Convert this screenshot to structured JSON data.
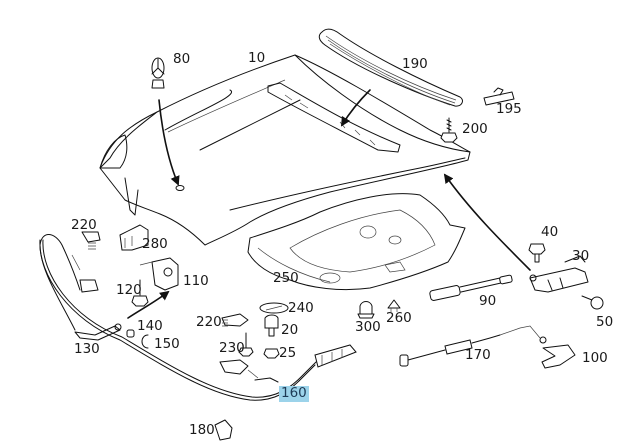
{
  "diagram": {
    "title": "Hood / bonnet assembly exploded parts diagram",
    "highlighted_part": "160",
    "highlight_color": "#9cd3ea",
    "line_color": "#111111",
    "background": "#ffffff"
  },
  "labels": [
    {
      "id": "p80",
      "text": "80",
      "part": "hood star emblem"
    },
    {
      "id": "p10",
      "text": "10",
      "part": "hood panel"
    },
    {
      "id": "p190",
      "text": "190",
      "part": "hood vent grille"
    },
    {
      "id": "p195",
      "text": "195",
      "part": "clip"
    },
    {
      "id": "p200",
      "text": "200",
      "part": "screw"
    },
    {
      "id": "p220a",
      "text": "220",
      "part": "buffer"
    },
    {
      "id": "p280",
      "text": "280",
      "part": "bracket"
    },
    {
      "id": "p110",
      "text": "110",
      "part": "hood lock"
    },
    {
      "id": "p120",
      "text": "120",
      "part": "bolt"
    },
    {
      "id": "p250",
      "text": "250",
      "part": "hood insulation panel"
    },
    {
      "id": "p40",
      "text": "40",
      "part": "bolt"
    },
    {
      "id": "p30",
      "text": "30",
      "part": "hood hinge"
    },
    {
      "id": "p90",
      "text": "90",
      "part": "gas strut"
    },
    {
      "id": "p50",
      "text": "50",
      "part": "bolt"
    },
    {
      "id": "p240",
      "text": "240",
      "part": "seal"
    },
    {
      "id": "p220b",
      "text": "220",
      "part": "buffer"
    },
    {
      "id": "p20",
      "text": "20",
      "part": "stop buffer"
    },
    {
      "id": "p300",
      "text": "300",
      "part": "cap"
    },
    {
      "id": "p260",
      "text": "260",
      "part": "clip"
    },
    {
      "id": "p140",
      "text": "140",
      "part": "bushing"
    },
    {
      "id": "p150",
      "text": "150",
      "part": "retaining clip"
    },
    {
      "id": "p130",
      "text": "130",
      "part": "release lever"
    },
    {
      "id": "p230",
      "text": "230",
      "part": "bolt"
    },
    {
      "id": "p25",
      "text": "25",
      "part": "nut"
    },
    {
      "id": "p170",
      "text": "170",
      "part": "release cable"
    },
    {
      "id": "p100",
      "text": "100",
      "part": "release handle"
    },
    {
      "id": "p160",
      "text": "160",
      "part": "bowden cable",
      "highlighted": true
    },
    {
      "id": "p180",
      "text": "180",
      "part": "cable holder"
    }
  ]
}
